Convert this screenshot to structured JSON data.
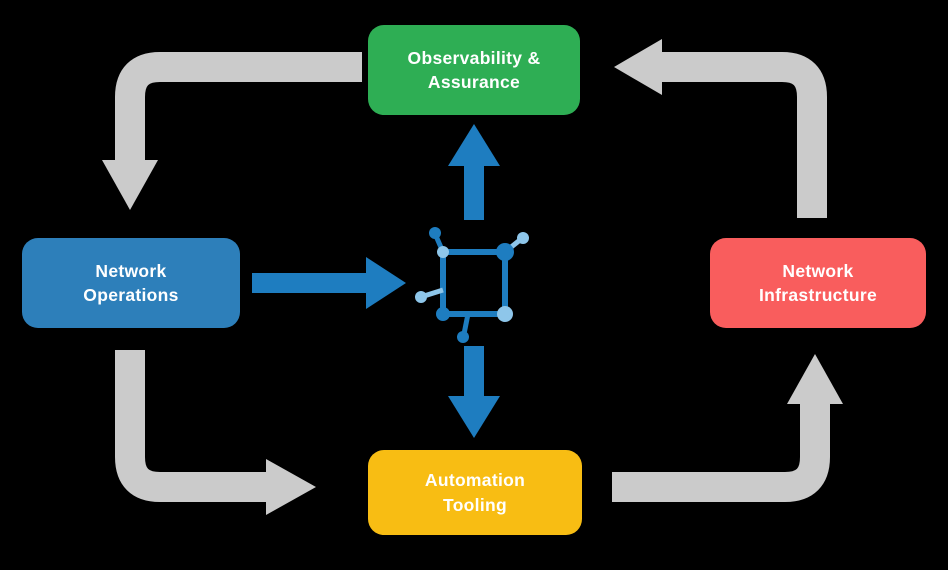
{
  "diagram": {
    "type": "cycle-flow",
    "nodes": {
      "observability": {
        "label": "Observability &\nAssurance",
        "color": "#2eae54"
      },
      "operations": {
        "label": "Network\nOperations",
        "color": "#2d7fba"
      },
      "infrastructure": {
        "label": "Network\nInfrastructure",
        "color": "#f95d5d"
      },
      "automation": {
        "label": "Automation\nTooling",
        "color": "#f8bd13"
      }
    },
    "center_icon": "network-nodes-icon",
    "colors": {
      "background": "#000000",
      "gray_arrow": "#cbcbcb",
      "blue_arrow": "#1e7dc0",
      "icon_dark_blue": "#1e7dc0",
      "icon_light_blue": "#8ec6ea",
      "node_text": "#ffffff"
    },
    "flow": [
      "observability -> operations",
      "operations -> automation",
      "automation -> infrastructure",
      "infrastructure -> observability",
      "operations -> center",
      "center -> observability",
      "center -> automation"
    ]
  }
}
